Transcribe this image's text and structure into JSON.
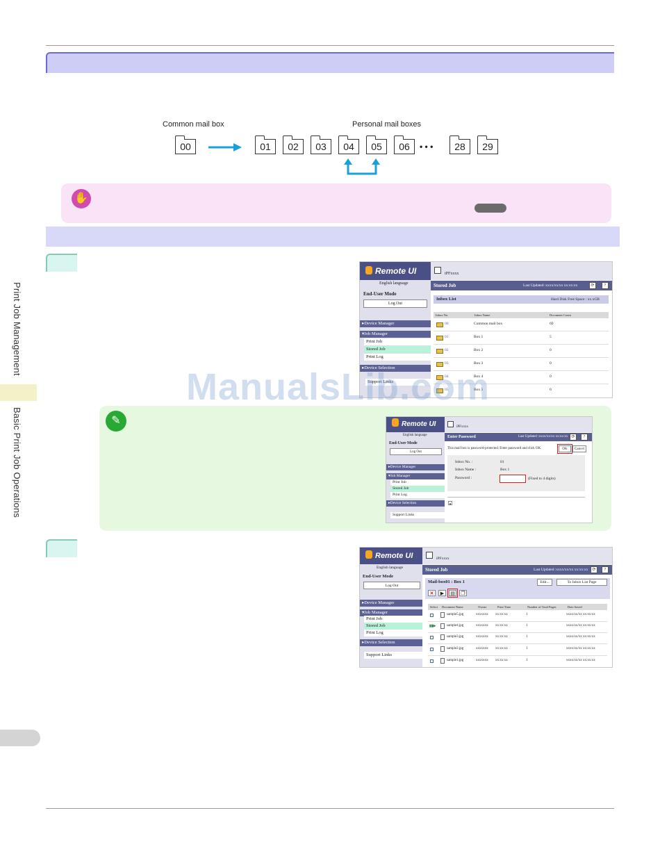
{
  "side": {
    "chapter": "Print Job Management",
    "section": "Basic Print Job Operations"
  },
  "diagram": {
    "common_label": "Common mail box",
    "personal_label": "Personal mail boxes",
    "common_box": "00",
    "personal_boxes": [
      "01",
      "02",
      "03",
      "04",
      "05",
      "06",
      "28",
      "29"
    ],
    "ellipsis": "• • •"
  },
  "watermark": "ManualsLib.com",
  "screen1": {
    "logo": "Remote UI",
    "language": "English language",
    "mode": "End-User Mode",
    "logout": "Log Out",
    "device_manager": "▸Device Manager",
    "job_manager": "▾Job Manager",
    "print_job": "Print Job",
    "stored_job": "Stored Job",
    "print_log": "Print Log",
    "device_selection": "▸Device Selection",
    "support_links": "Support Links",
    "device": "iPFxxxx",
    "page_title": "Stored Job",
    "last_updated": "Last Updated :xxxx/xx/xx xx:xx:xx",
    "inbox_list": "Inbox List",
    "free_space": "Hard Disk Free Space : xx.xGB",
    "col_no": "Inbox No.",
    "col_name": "Inbox Name",
    "col_count": "Document Count",
    "rows": [
      {
        "no": "00",
        "name": "Common mail box",
        "count": "69"
      },
      {
        "no": "01",
        "name": "Box 1",
        "count": "5"
      },
      {
        "no": "02",
        "name": "Box 2",
        "count": "0"
      },
      {
        "no": "03",
        "name": "Box 3",
        "count": "0"
      },
      {
        "no": "04",
        "name": "Box 4",
        "count": "0"
      },
      {
        "no": "05",
        "name": "Box 5",
        "count": "0"
      }
    ]
  },
  "screen2": {
    "logo": "Remote UI",
    "language": "English language",
    "mode": "End-User Mode",
    "logout": "Log Out",
    "device_manager": "▸Device Manager",
    "job_manager": "▾Job Manager",
    "print_job": "Print Job",
    "stored_job": "Stored Job",
    "print_log": "Print Log",
    "device_selection": "▸Device Selection",
    "support_links": "Support Links",
    "device": "iPFxxxx",
    "page_title": "Enter Password",
    "last_updated": "Last Updated :xxxx/xx/xx xx:xx:xx",
    "message": "This mail box is password-protected. Enter password and click OK.",
    "ok": "OK",
    "cancel": "Cancel",
    "inbox_no_label": "Inbox No. :",
    "inbox_no_value": "01",
    "inbox_name_label": "Inbox Name :",
    "inbox_name_value": "Box 1",
    "password_label": "Password :",
    "password_hint": "(Fixed to 4 digits)"
  },
  "screen3": {
    "logo": "Remote UI",
    "language": "English language",
    "mode": "End-User Mode",
    "logout": "Log Out",
    "device_manager": "▸Device Manager",
    "job_manager": "▾Job Manager",
    "print_job": "Print Job",
    "stored_job": "Stored Job",
    "print_log": "Print Log",
    "device_selection": "▸Device Selection",
    "support_links": "Support Links",
    "device": "iPFxxxx",
    "page_title": "Stored Job",
    "last_updated": "Last Updated :xxxx/xx/xx xx:xx:xx",
    "mailbox_title": "Mail-box01 : Box 1",
    "edit": "Edit...",
    "to_inbox": "To Inbox List Page",
    "col_select": "Select",
    "col_doc": "Document Name",
    "col_owner": "Owner",
    "col_time": "Print Time",
    "col_pages": "Number of Total Pages",
    "col_date": "Date Saved",
    "rows": [
      {
        "doc": "sample5.jpg",
        "owner": "xxxxxxx",
        "time": "xx:xx:xx",
        "pages": "1",
        "date": "xxxx/xx/xx xx:xx:xx"
      },
      {
        "doc": "sample4.jpg",
        "owner": "xxxxxxx",
        "time": "xx:xx:xx",
        "pages": "1",
        "date": "xxxx/xx/xx xx:xx:xx"
      },
      {
        "doc": "sample3.jpg",
        "owner": "xxxxxxx",
        "time": "xx:xx:xx",
        "pages": "1",
        "date": "xxxx/xx/xx xx:xx:xx"
      },
      {
        "doc": "sample2.jpg",
        "owner": "xxxxxxx",
        "time": "xx:xx:xx",
        "pages": "1",
        "date": "xxxx/xx/xx xx:xx:xx"
      },
      {
        "doc": "sample1.jpg",
        "owner": "xxxxxxx",
        "time": "xx:xx:xx",
        "pages": "1",
        "date": "xxxx/xx/xx xx:xx:xx"
      }
    ]
  }
}
